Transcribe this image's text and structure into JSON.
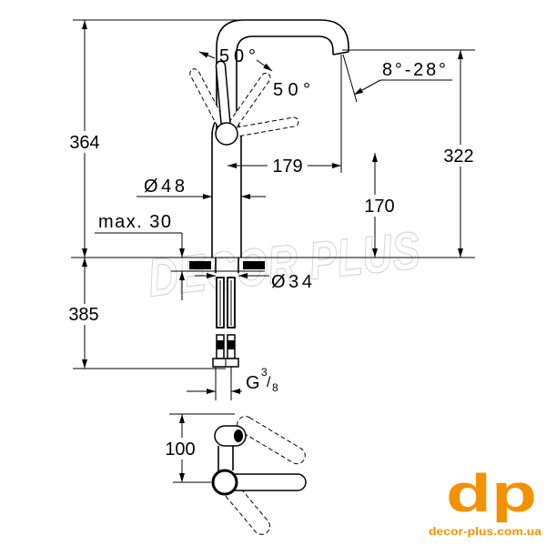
{
  "dimensions": {
    "height_total": "364",
    "height_below": "385",
    "lever_angle_left": "50°",
    "lever_angle_right": "50°",
    "outlet_angle": "8°-28°",
    "outlet_height": "322",
    "reach": "179",
    "body_diameter": "Ø48",
    "lever_height": "170",
    "counter_thickness": "max. 30",
    "hole_diameter": "Ø34",
    "plan_offset": "100",
    "thread": {
      "prefix": "G",
      "numerator": "3",
      "separator": "/",
      "denominator": "8"
    }
  },
  "watermark": "DECOR PLUS",
  "logo": {
    "mark": "dp",
    "site": "decor-plus.com.ua"
  },
  "colors": {
    "line": "#000000",
    "logo": "#f39200",
    "watermark": "#d6d6d6"
  }
}
